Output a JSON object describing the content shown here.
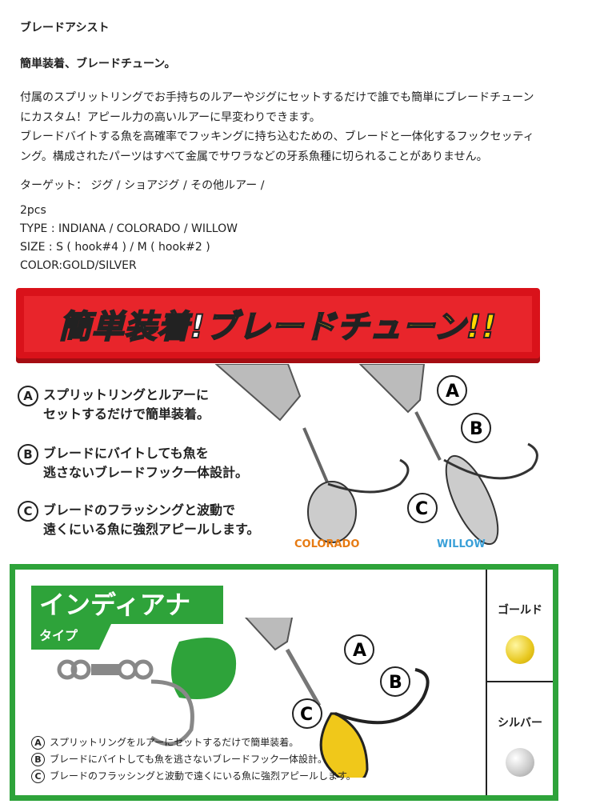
{
  "product_title": "ブレードアシスト",
  "headline": "簡単装着、ブレードチューン。",
  "description": [
    "付属のスプリットリングでお手持ちのルアーやジグにセットするだけで誰でも簡単にブレードチューン",
    "にカスタム！アピール力の高いルアーに早変わりできます。",
    "ブレードバイトする魚を高確率でフッキングに持ち込むための、ブレードと一体化するフックセッティ",
    "ング。構成されたパーツはすべて金属でサワラなどの牙系魚種に切られることがありません。"
  ],
  "target": "ターゲット： ジグ / ショアジグ / その他ルアー /",
  "specs": [
    "2pcs",
    "TYPE : INDIANA /  COLORADO / WILLOW",
    "SIZE : S ( hook#4 ) / M ( hook#2 )",
    "COLOR:GOLD/SILVER"
  ],
  "banner": {
    "part1": "簡単装着!",
    "part2": "ブレードチューン!!"
  },
  "features": [
    {
      "letter": "A",
      "line1": "スプリットリングとルアーに",
      "line2": "セットするだけで簡単装着。"
    },
    {
      "letter": "B",
      "line1": "ブレードにバイトしても魚を",
      "line2": "逃さないブレードフック一体設計。"
    },
    {
      "letter": "C",
      "line1": "ブレードのフラッシングと波動で",
      "line2": "遠くにいる魚に強烈アピールします。"
    }
  ],
  "blade_labels": {
    "colorado": "COLORADO",
    "willow": "WILLOW"
  },
  "indiana": {
    "title": "インディアナ",
    "subtitle": "タイプ",
    "notes": [
      {
        "letter": "A",
        "text": "スプリットリングをルアーにセットするだけで簡単装着。"
      },
      {
        "letter": "B",
        "text": "ブレードにバイトしても魚を逃さないブレードフック一体設計。"
      },
      {
        "letter": "C",
        "text": "ブレードのフラッシングと波動で遠くにいる魚に強烈アピールします。"
      }
    ],
    "colors": [
      {
        "name": "ゴールド",
        "hex": "#e8c820"
      },
      {
        "name": "シルバー",
        "hex": "#c8c8c8"
      }
    ]
  },
  "callout_letters": [
    "A",
    "B",
    "C"
  ]
}
